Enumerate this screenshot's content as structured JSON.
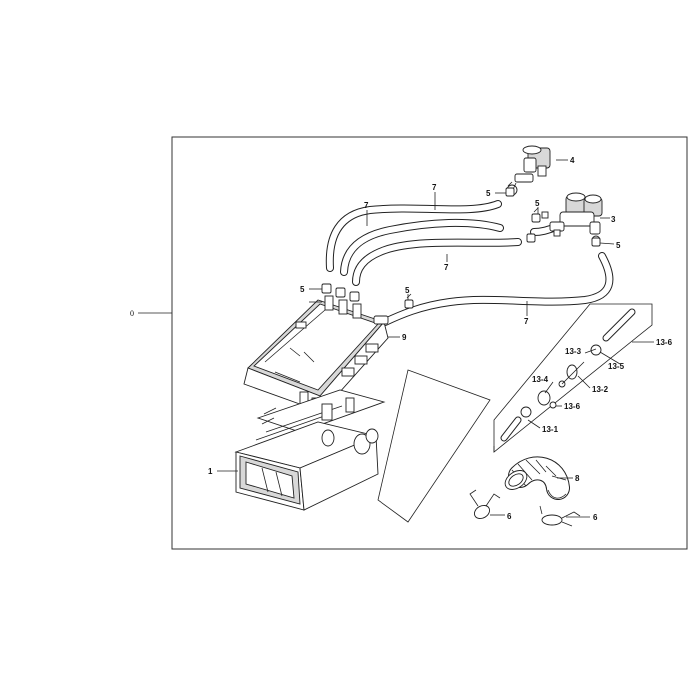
{
  "diagram": {
    "assembly_label": "0",
    "callouts": [
      {
        "id": "c1",
        "text": "1"
      },
      {
        "id": "c3",
        "text": "3"
      },
      {
        "id": "c4",
        "text": "4"
      },
      {
        "id": "c5a",
        "text": "5"
      },
      {
        "id": "c5b",
        "text": "5"
      },
      {
        "id": "c5c",
        "text": "5"
      },
      {
        "id": "c5d",
        "text": "5"
      },
      {
        "id": "c5e",
        "text": "5"
      },
      {
        "id": "c6a",
        "text": "6"
      },
      {
        "id": "c6b",
        "text": "6"
      },
      {
        "id": "c7a",
        "text": "7"
      },
      {
        "id": "c7b",
        "text": "7"
      },
      {
        "id": "c7c",
        "text": "7"
      },
      {
        "id": "c7d",
        "text": "7"
      },
      {
        "id": "c8",
        "text": "8"
      },
      {
        "id": "c9",
        "text": "9"
      },
      {
        "id": "c13_1",
        "text": "13-1"
      },
      {
        "id": "c13_2",
        "text": "13-2"
      },
      {
        "id": "c13_3",
        "text": "13-3"
      },
      {
        "id": "c13_4",
        "text": "13-4"
      },
      {
        "id": "c13_5",
        "text": "13-5"
      },
      {
        "id": "c13_6",
        "text": "13-6"
      },
      {
        "id": "c13_6b",
        "text": "13-6"
      }
    ]
  }
}
